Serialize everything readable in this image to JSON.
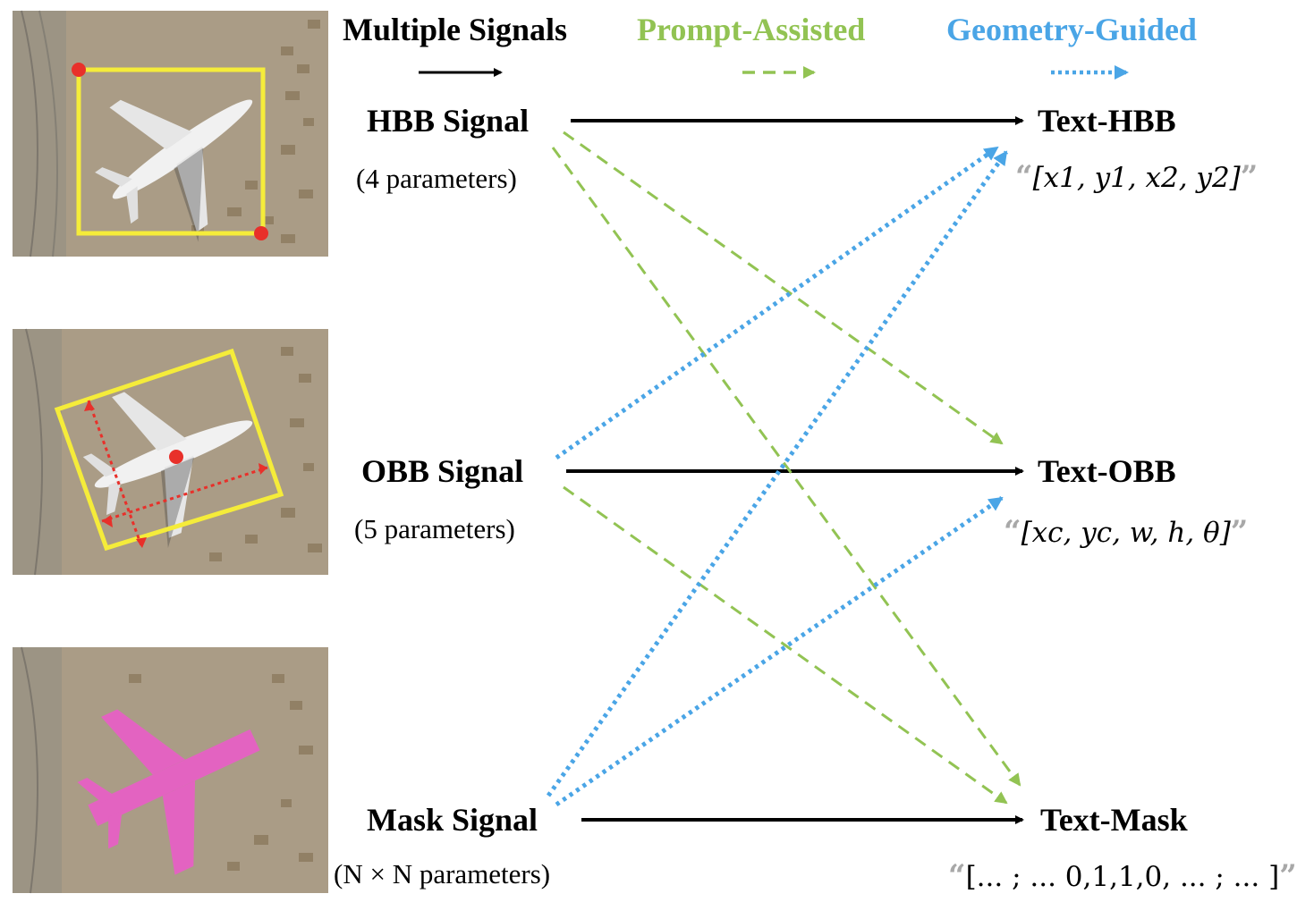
{
  "legend": {
    "multiple": {
      "label": "Multiple Signals",
      "color": "#000000"
    },
    "prompt": {
      "label": "Prompt-Assisted",
      "color": "#92c353"
    },
    "geometry": {
      "label": "Geometry-Guided",
      "color": "#4aa5e6"
    }
  },
  "sources": [
    {
      "name": "HBB Signal",
      "params": "(4 parameters)"
    },
    {
      "name": "OBB Signal",
      "params": "(5 parameters)"
    },
    {
      "name": "Mask Signal",
      "params": "(N × N parameters)"
    }
  ],
  "targets": [
    {
      "name": "Text-HBB",
      "formula": "[x1, y1, x2, y2]"
    },
    {
      "name": "Text-OBB",
      "formula": "[xc, yc, w, h, θ]"
    },
    {
      "name": "Text-Mask",
      "formula": "[... ; ... 0,1,1,0, ... ; ... ]"
    }
  ],
  "quote_open": "“",
  "quote_close": "”",
  "colors": {
    "box": "#f5ec3a",
    "point": "#e8302a",
    "mask": "#e85fc6",
    "ground": "#a89a85"
  },
  "panels": [
    "hbb-aerial-image",
    "obb-aerial-image",
    "mask-aerial-image"
  ]
}
